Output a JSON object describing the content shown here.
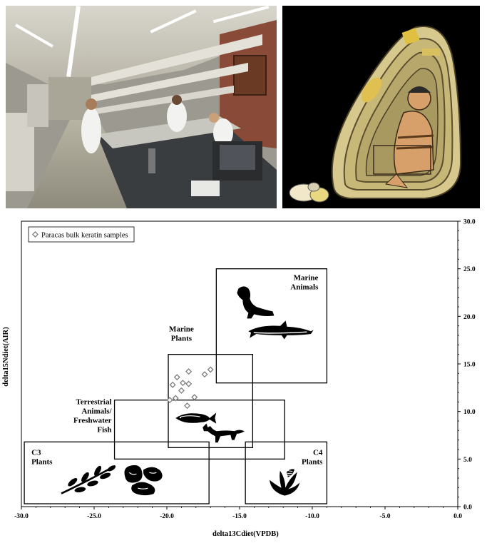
{
  "chart_data": {
    "type": "scatter",
    "legend": {
      "label": "Paracas bulk keratin samples",
      "placement": "top-left"
    },
    "xlabel": "delta13Cdiet(VPDB)",
    "ylabel": "delta15Ndiet(AIR)",
    "xlim": [
      -30.0,
      0.0
    ],
    "ylim": [
      0.0,
      30.0
    ],
    "x_ticks": [
      "-30.0",
      "-25.0",
      "-20.0",
      "-15.0",
      "-10.0",
      "-5.0",
      "0.0"
    ],
    "y_ticks": [
      "0.0",
      "5.0",
      "10.0",
      "15.0",
      "20.0",
      "25.0",
      "30.0"
    ],
    "x_tick_values": [
      -30,
      -25,
      -20,
      -15,
      -10,
      -5,
      0
    ],
    "y_tick_values": [
      0,
      5,
      10,
      15,
      20,
      25,
      30
    ],
    "y_axis_side": "right",
    "series": [
      {
        "name": "Paracas bulk keratin samples",
        "marker": "diamond",
        "points": [
          {
            "x": -17.0,
            "y": 14.4
          },
          {
            "x": -17.4,
            "y": 13.9
          },
          {
            "x": -18.5,
            "y": 14.2
          },
          {
            "x": -19.3,
            "y": 13.6
          },
          {
            "x": -19.6,
            "y": 12.8
          },
          {
            "x": -18.9,
            "y": 13.0
          },
          {
            "x": -18.5,
            "y": 12.9
          },
          {
            "x": -19.0,
            "y": 12.2
          },
          {
            "x": -19.4,
            "y": 11.4
          },
          {
            "x": -18.1,
            "y": 11.5
          },
          {
            "x": -18.6,
            "y": 10.6
          },
          {
            "x": -19.8,
            "y": 11.2
          }
        ]
      }
    ],
    "regions": [
      {
        "label": "Marine Animals",
        "x": [
          -16.6,
          -9.0
        ],
        "y": [
          13.0,
          25.0
        ],
        "icons": [
          "sea-lion-icon",
          "dolphin-icon"
        ]
      },
      {
        "label": "Marine Plants",
        "x": [
          -19.9,
          -14.1
        ],
        "y": [
          6.2,
          16.0
        ],
        "icons": []
      },
      {
        "label": "Terrestrial Animals/ Freshwater Fish",
        "x": [
          -23.6,
          -11.9
        ],
        "y": [
          5.0,
          11.2
        ],
        "icons": [
          "fish-icon",
          "fox-icon"
        ]
      },
      {
        "label": "C3 Plants",
        "x": [
          -29.8,
          -17.1
        ],
        "y": [
          0.3,
          6.8
        ],
        "icons": [
          "olive-branch-icon",
          "beans-icon"
        ]
      },
      {
        "label": "C4 Plants",
        "x": [
          -14.6,
          -9.0
        ],
        "y": [
          0.3,
          6.8
        ],
        "icons": [
          "maize-icon"
        ]
      }
    ],
    "grid": false
  },
  "colors": {
    "marker": "#7a7a7a",
    "axis": "#000000",
    "region_border": "#000000",
    "icon": "#000000",
    "mummy_bundle": "#c8b878",
    "mummy_background": "#000000"
  },
  "images": {
    "lab_photo": "laboratory-photo",
    "mummy": "mummy-bundle-illustration"
  }
}
